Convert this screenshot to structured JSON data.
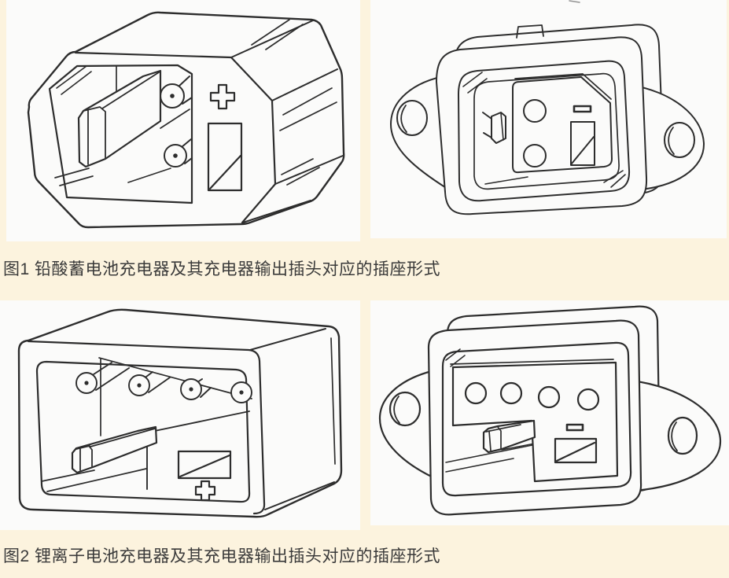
{
  "page": {
    "background_color": "#FCF3DE",
    "image_panel_color": "#FBFBFA",
    "line_art_color": "#2D2D2D",
    "caption_text_color": "#3A3A3A"
  },
  "figure1": {
    "caption": "图1 铅酸蓄电池充电器及其充电器输出插头对应的插座形式",
    "plug": {
      "name": "lead-acid-charger-output-plug-drawing",
      "pin_count": 2,
      "polarity_marks": [
        "+"
      ]
    },
    "socket": {
      "name": "lead-acid-charger-socket-drawing",
      "hole_count": 2,
      "polarity_marks": [
        "−"
      ]
    }
  },
  "figure2": {
    "caption": "图2 锂离子电池充电器及其充电器输出插头对应的插座形式",
    "plug": {
      "name": "li-ion-charger-output-plug-drawing",
      "pin_count": 4,
      "polarity_marks": [
        "+"
      ]
    },
    "socket": {
      "name": "li-ion-charger-socket-drawing",
      "hole_count": 4,
      "polarity_marks": [
        "−"
      ]
    }
  }
}
